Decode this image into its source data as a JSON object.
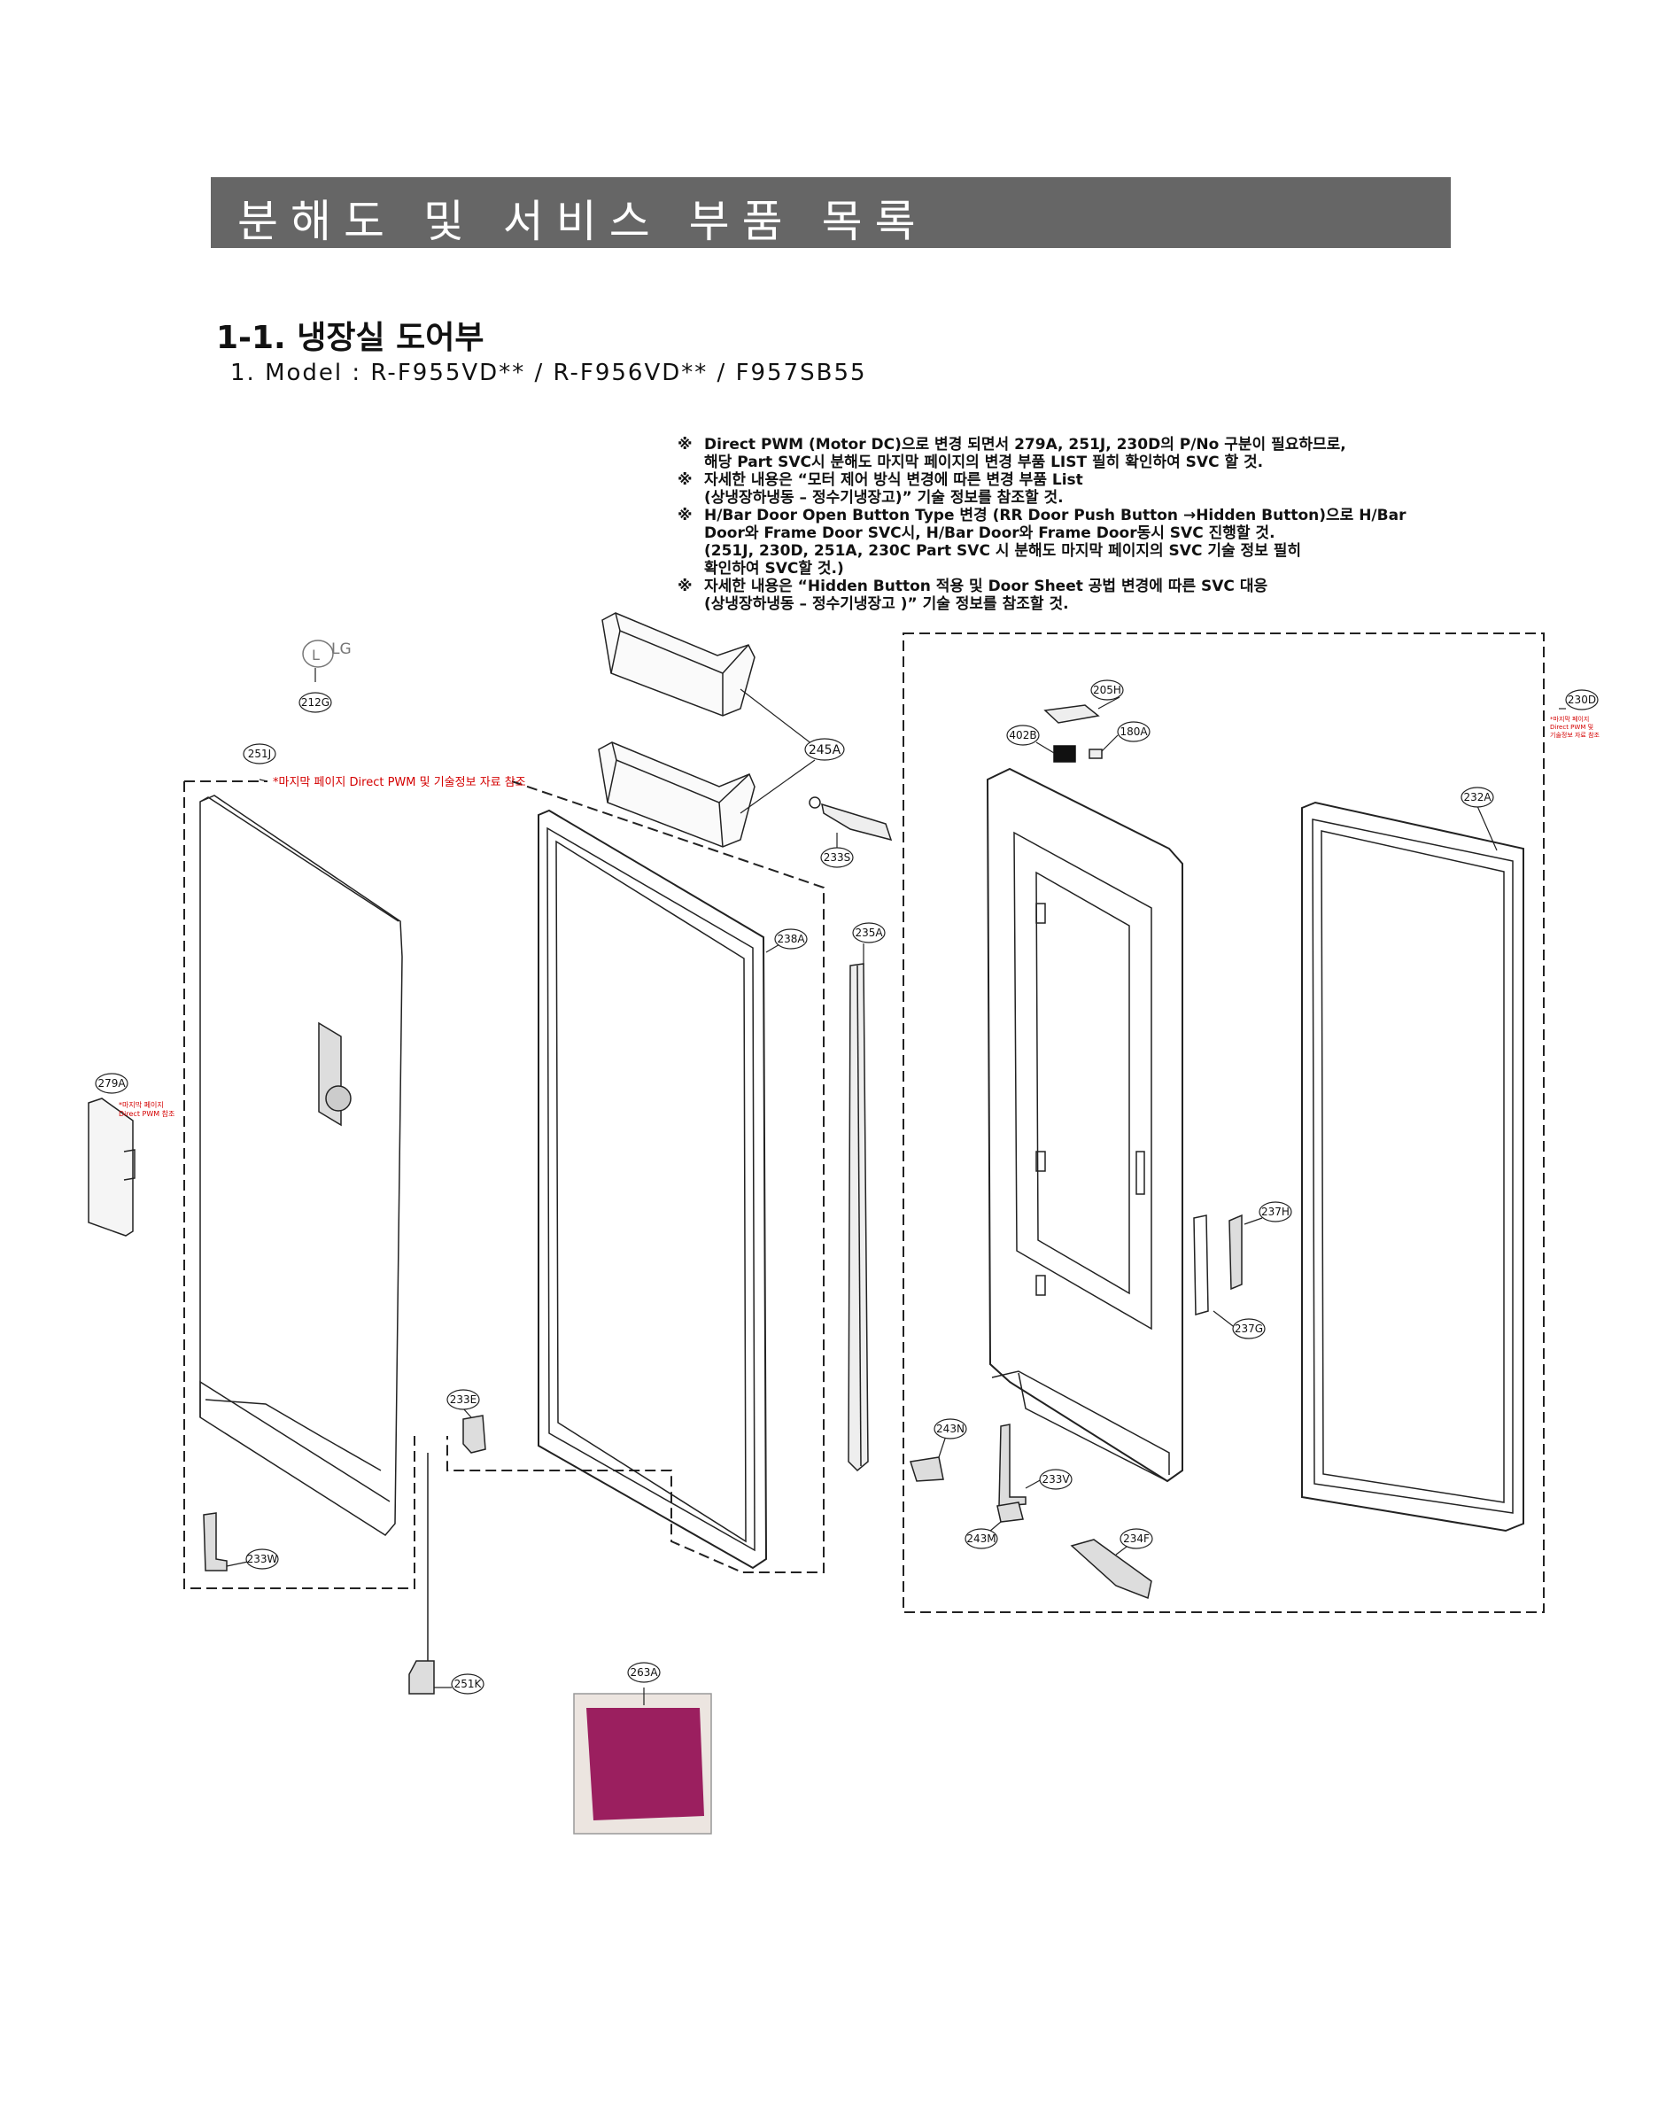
{
  "header": {
    "title": "분해도 및 서비스 부품 목록"
  },
  "section": {
    "title": "1-1. 냉장실 도어부"
  },
  "model": {
    "line": "1. Model : R-F955VD** / R-F956VD** / F957SB55"
  },
  "notes": [
    {
      "mark": "※",
      "text": "Direct PWM (Motor DC)으로 변경 되면서 279A, 251J, 230D의 P/No 구분이 필요하므로,\n해당 Part SVC시 분해도 마지막 페이지의 변경 부품 LIST 필히 확인하여 SVC 할 것."
    },
    {
      "mark": "※",
      "text": "자세한 내용은 “모터 제어 방식 변경에 따른 변경 부품 List\n(상냉장하냉동 – 정수기냉장고)” 기술 정보를 참조할 것."
    },
    {
      "mark": "※",
      "text": "H/Bar Door Open Button Type 변경 (RR Door Push Button →Hidden Button)으로 H/Bar\nDoor와 Frame Door SVC시, H/Bar Door와 Frame Door동시 SVC 진행할 것.\n(251J, 230D, 251A, 230C Part SVC 시 분해도 마지막 페이지의 SVC 기술 정보 필히\n확인하여 SVC할 것.)"
    },
    {
      "mark": "※",
      "text": "자세한 내용은 “Hidden Button 적용 및 Door Sheet 공법 변경에 따른 SVC 대응\n(상냉장하냉동 – 정수기냉장고 )” 기술 정보를 참조할 것."
    }
  ],
  "callouts": {
    "c212G": "212G",
    "c251J": "251J",
    "c245A": "245A",
    "c233S": "233S",
    "c238A": "238A",
    "c235A": "235A",
    "c279A": "279A",
    "c233E": "233E",
    "c233W": "233W",
    "c251K": "251K",
    "c263A": "263A",
    "c205H": "205H",
    "c402B": "402B",
    "c180A": "180A",
    "c230D": "230D",
    "c232A": "232A",
    "c237H": "237H",
    "c237G": "237G",
    "c243N": "243N",
    "c233V": "233V",
    "c243M": "243M",
    "c234F": "234F"
  },
  "red_notes": {
    "n251J": "*마지막 페이지 Direct PWM 및 기술정보 자료 참조",
    "n279A_1": "*마지막 페이지",
    "n279A_2": "Direct PWM 참조",
    "n230D_1": "*마지막 페이지",
    "n230D_2": "Direct PWM 및",
    "n230D_3": "기술정보 자료 참조"
  },
  "logo_text": "LG",
  "colors": {
    "header_bg": "#666666",
    "red_note": "#d40000",
    "bag": "#9b1f5f"
  }
}
